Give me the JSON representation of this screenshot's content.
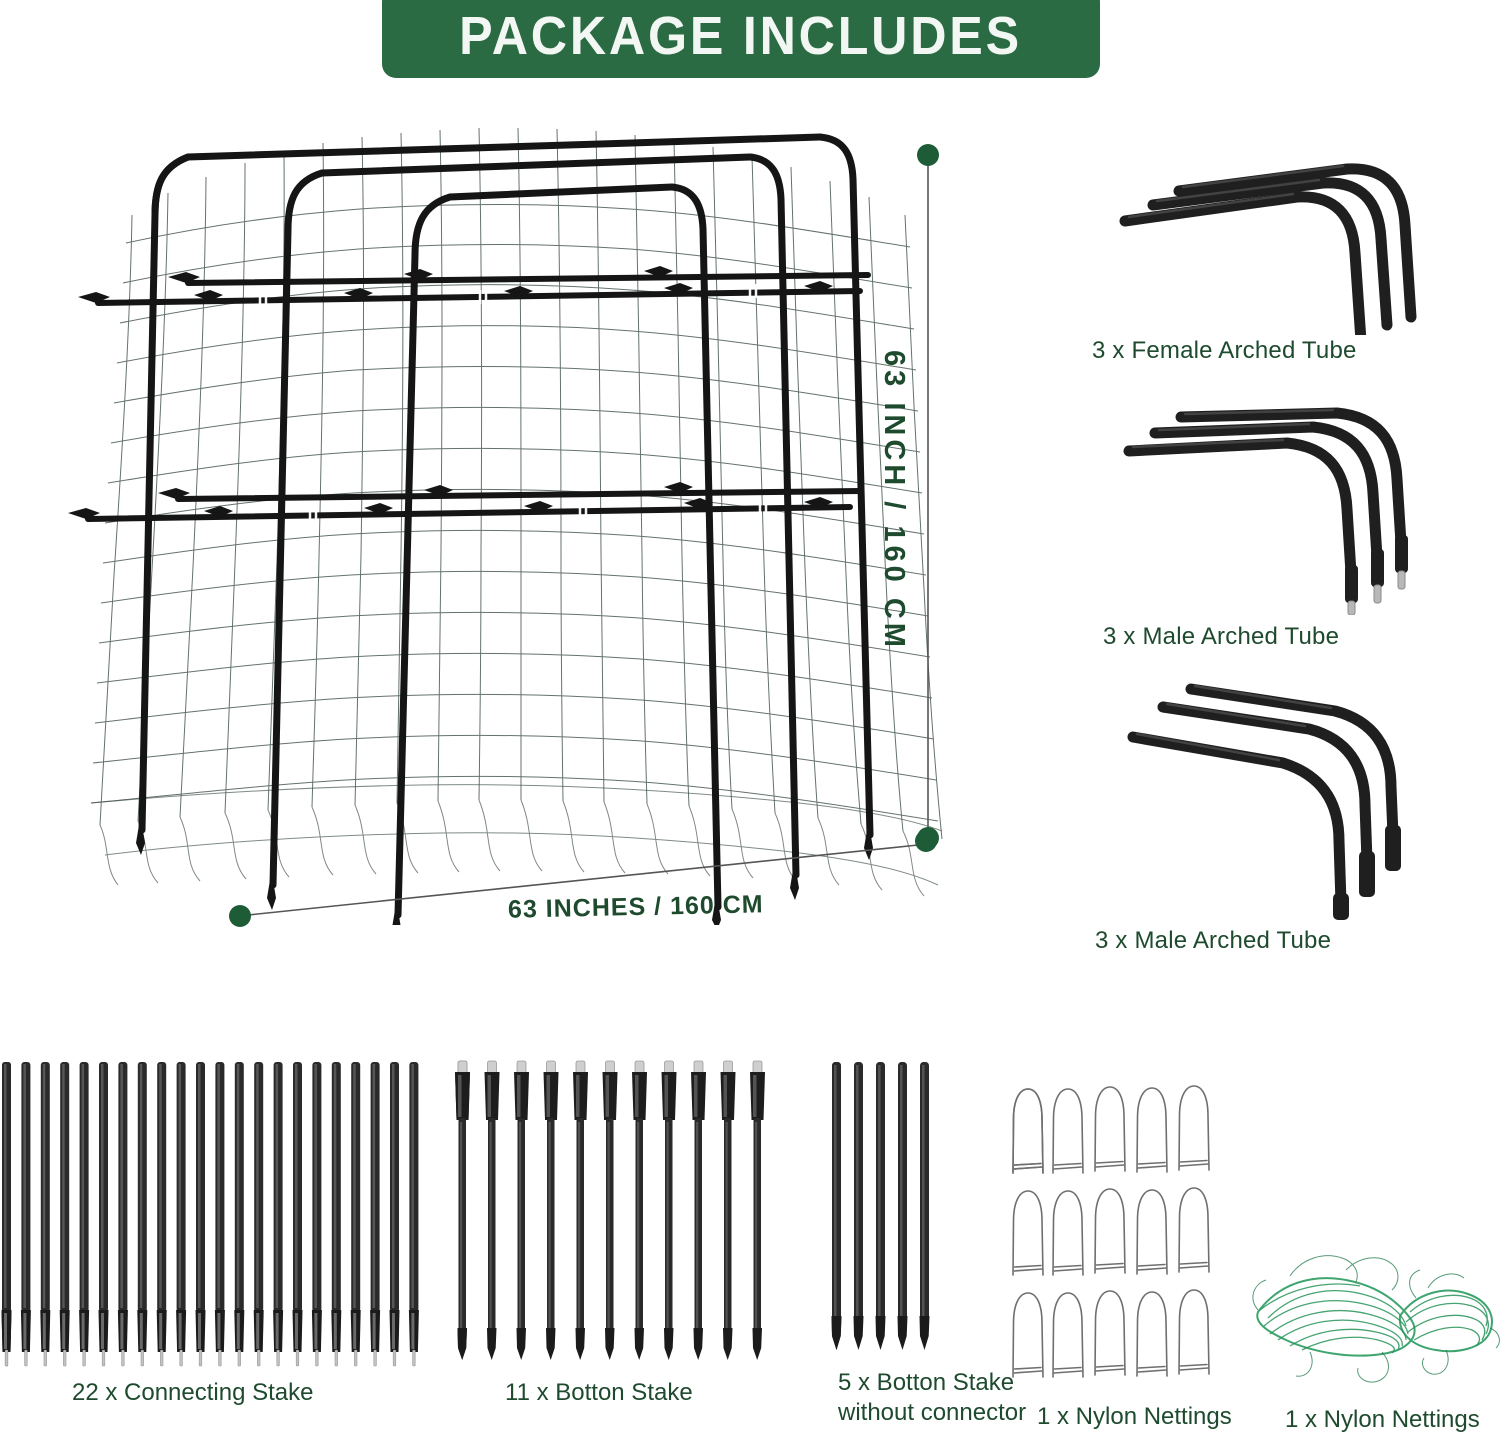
{
  "banner": {
    "title": "PACKAGE INCLUDES"
  },
  "colors": {
    "banner_green": "#2a6b43",
    "label_green": "#1e4a2e",
    "marker_green": "#1d5c36",
    "tube_black": "#1a1a1a",
    "net_green": "#2e9e63"
  },
  "dimensions": {
    "height_label": "63 INCH / 160 CM",
    "width_label": "63 INCHES / 160 CM"
  },
  "parts": {
    "female_arched_tube": {
      "label": "3 x Female Arched Tube",
      "count": 3
    },
    "male_arched_tube_1": {
      "label": "3 x Male Arched Tube",
      "count": 3
    },
    "male_arched_tube_2": {
      "label": "3 x Male Arched Tube",
      "count": 3
    },
    "connecting_stake": {
      "label": "22 x Connecting Stake",
      "count": 22
    },
    "bottom_stake": {
      "label": "11 x Botton Stake",
      "count": 11
    },
    "bottom_stake_noconn": {
      "label": "5 x Botton Stake\nwithout connector",
      "line1": "5 x Botton Stake",
      "line2": "without connector",
      "count": 5
    },
    "nylon_nettings_clips": {
      "label": "1 x Nylon Nettings",
      "count": 15
    },
    "nylon_nettings_bundle": {
      "label": "1 x Nylon Nettings",
      "count": 1
    }
  }
}
